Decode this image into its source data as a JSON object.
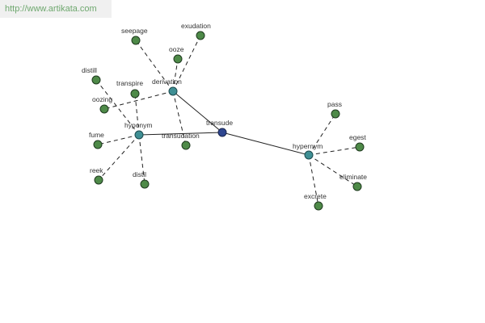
{
  "watermark": "http://www.artikata.com",
  "graph": {
    "root": "transude",
    "nodes": {
      "transude": "transude",
      "derivation": "derivation",
      "hyponym": "hyponym",
      "hypernym": "hypernym",
      "transudation": "transudation",
      "seepage": "seepage",
      "exudation": "exudation",
      "ooze": "ooze",
      "transpire": "transpire",
      "oozing": "oozing",
      "distill_1": "distill",
      "fume": "fume",
      "reek": "reek",
      "distil": "distil",
      "pass": "pass",
      "egest": "egest",
      "eliminate": "eliminate",
      "excrete": "excrete"
    },
    "relations": [
      {
        "from": "transude",
        "to": "derivation",
        "style": "solid"
      },
      {
        "from": "transude",
        "to": "hyponym",
        "style": "solid"
      },
      {
        "from": "transude",
        "to": "hypernym",
        "style": "solid"
      },
      {
        "from": "derivation",
        "to": "seepage",
        "style": "dashed"
      },
      {
        "from": "derivation",
        "to": "exudation",
        "style": "dashed"
      },
      {
        "from": "derivation",
        "to": "ooze",
        "style": "dashed"
      },
      {
        "from": "derivation",
        "to": "oozing",
        "style": "dashed"
      },
      {
        "from": "derivation",
        "to": "transudation",
        "style": "dashed"
      },
      {
        "from": "hyponym",
        "to": "distill_1",
        "style": "dashed"
      },
      {
        "from": "hyponym",
        "to": "transpire",
        "style": "dashed"
      },
      {
        "from": "hyponym",
        "to": "fume",
        "style": "dashed"
      },
      {
        "from": "hyponym",
        "to": "reek",
        "style": "dashed"
      },
      {
        "from": "hyponym",
        "to": "distil",
        "style": "dashed"
      },
      {
        "from": "hypernym",
        "to": "pass",
        "style": "dashed"
      },
      {
        "from": "hypernym",
        "to": "egest",
        "style": "dashed"
      },
      {
        "from": "hypernym",
        "to": "eliminate",
        "style": "dashed"
      },
      {
        "from": "hypernym",
        "to": "excrete",
        "style": "dashed"
      }
    ]
  }
}
